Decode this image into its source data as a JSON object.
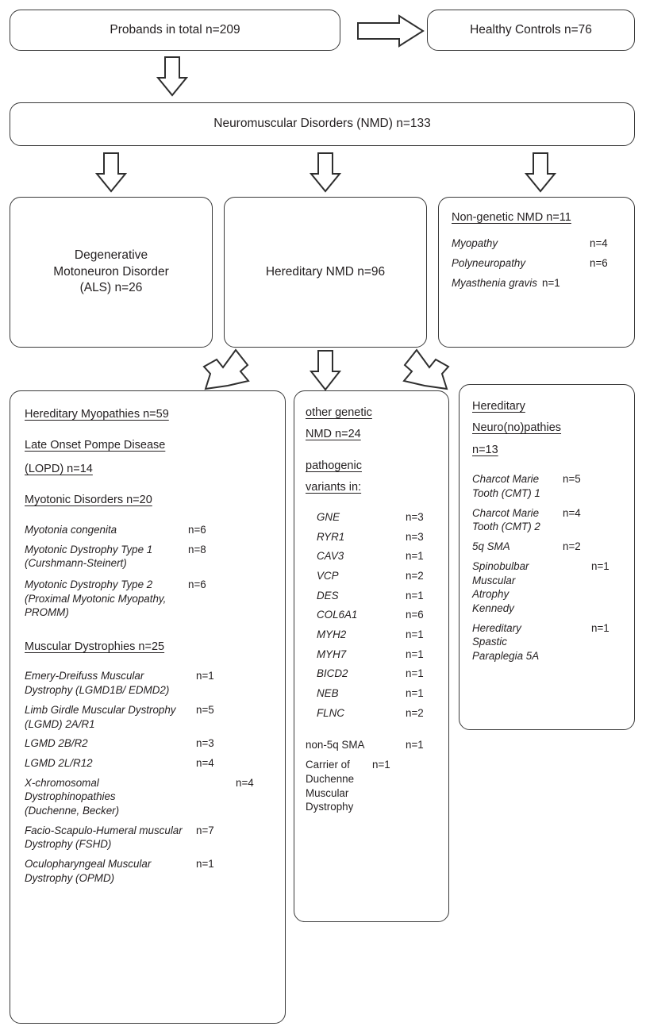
{
  "top": {
    "probands": "Probands in total n=209",
    "healthy_controls": "Healthy Controls n=76",
    "nmd": "Neuromuscular Disorders (NMD) n=133"
  },
  "middle": {
    "als": "Degenerative\nMotoneuron Disorder\n(ALS) n=26",
    "als_line1": "Degenerative",
    "als_line2": "Motoneuron Disorder",
    "als_line3": "(ALS) n=26",
    "hereditary_nmd": "Hereditary NMD n=96",
    "non_genetic": {
      "title": "Non-genetic NMD n=11",
      "items": [
        {
          "label": "Myopathy",
          "n": "n=4"
        },
        {
          "label": "Polyneuropathy",
          "n": "n=6"
        },
        {
          "label": "Myasthenia gravis",
          "n": "n=1"
        }
      ]
    }
  },
  "bottom": {
    "myopathies": {
      "title": "Hereditary Myopathies n=59",
      "lopd_title_line1": "Late Onset Pompe Disease",
      "lopd_title_line2": "(LOPD) n=14",
      "myotonic_title": "Myotonic Disorders n=20",
      "myotonic_items": [
        {
          "label": "Myotonia congenita",
          "n": "n=6"
        },
        {
          "label": "Myotonic Dystrophy Type 1 (Curshmann-Steinert)",
          "n": "n=8"
        },
        {
          "label": "Myotonic Dystrophy Type 2 (Proximal Myotonic Myopathy, PROMM)",
          "n": "n=6"
        }
      ],
      "dystrophies_title": "Muscular Dystrophies n=25",
      "dystrophies_items": [
        {
          "label": "Emery-Dreifuss Muscular Dystrophy (LGMD1B/ EDMD2)",
          "n": "n=1"
        },
        {
          "label": "Limb Girdle Muscular Dystrophy (LGMD) 2A/R1",
          "n": "n=5"
        },
        {
          "label": "LGMD 2B/R2",
          "n": "n=3"
        },
        {
          "label": "LGMD 2L/R12",
          "n": "n=4"
        },
        {
          "label": "X-chromosomal Dystrophinopathies (Duchenne, Becker)",
          "n": "n=4"
        },
        {
          "label": "Facio-Scapulo-Humeral muscular Dystrophy (FSHD)",
          "n": "n=7"
        },
        {
          "label": "Oculopharyngeal Muscular Dystrophy (OPMD)",
          "n": "n=1"
        }
      ]
    },
    "other_genetic": {
      "title_line1": "other genetic",
      "title_line2": "NMD n=24",
      "sub_line1": "pathogenic",
      "sub_line2": "variants in:",
      "genes": [
        {
          "label": "GNE",
          "n": "n=3"
        },
        {
          "label": "RYR1",
          "n": "n=3"
        },
        {
          "label": "CAV3",
          "n": "n=1"
        },
        {
          "label": "VCP",
          "n": "n=2"
        },
        {
          "label": "DES",
          "n": "n=1"
        },
        {
          "label": "COL6A1",
          "n": "n=6"
        },
        {
          "label": "MYH2",
          "n": "n=1"
        },
        {
          "label": "MYH7",
          "n": "n=1"
        },
        {
          "label": "BICD2",
          "n": "n=1"
        },
        {
          "label": "NEB",
          "n": "n=1"
        },
        {
          "label": "FLNC",
          "n": "n=2"
        }
      ],
      "extras": [
        {
          "label": "non-5q SMA",
          "n": "n=1"
        },
        {
          "label": "Carrier of Duchenne Muscular Dystrophy",
          "n": "n=1"
        }
      ]
    },
    "neuropathies": {
      "title_line1": "Hereditary",
      "title_line2": "Neuro(no)pathies",
      "title_line3": "n=13",
      "items": [
        {
          "label": "Charcot Marie Tooth (CMT) 1",
          "n": "n=5"
        },
        {
          "label": "Charcot Marie Tooth (CMT) 2",
          "n": "n=4"
        },
        {
          "label": "5q SMA",
          "n": "n=2"
        },
        {
          "label": "Spinobulbar Muscular Atrophy Kennedy",
          "n": "n=1"
        },
        {
          "label": "Hereditary Spastic Paraplegia 5A",
          "n": "n=1"
        }
      ]
    }
  },
  "arrows": {
    "probands_to_controls": "right-arrow",
    "probands_to_nmd": "down-arrow",
    "nmd_to_als": "down-arrow",
    "nmd_to_hereditary": "down-arrow",
    "nmd_to_nongenetic": "down-arrow",
    "hereditary_to_myopathies": "down-left-arrow",
    "hereditary_to_othergenetic": "down-arrow",
    "hereditary_to_neuropathies": "down-right-arrow"
  },
  "colors": {
    "stroke": "#3a3a3a",
    "text": "#231f20",
    "background": "#ffffff"
  }
}
